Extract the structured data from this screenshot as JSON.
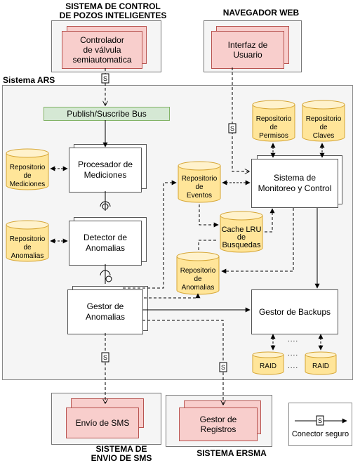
{
  "external_systems": {
    "pozos": {
      "title_line1": "SISTEMA DE CONTROL",
      "title_line2": "DE POZOS INTELIGENTES",
      "component_line1": "Controlador",
      "component_line2": "de válvula",
      "component_line3": "semiautomatica"
    },
    "navegador": {
      "title": "NAVEGADOR WEB",
      "component_line1": "Interfaz de",
      "component_line2": "Usuario"
    },
    "sms": {
      "title_line1": "SISTEMA DE",
      "title_line2": "ENVIO DE SMS",
      "component": "Envío de SMS"
    },
    "ersma": {
      "title": "SISTEMA ERSMA",
      "component_line1": "Gestor de",
      "component_line2": "Registros"
    }
  },
  "ars": {
    "title": "Sistema ARS",
    "bus": "Publish/Suscribe Bus",
    "components": {
      "procesador": {
        "line1": "Procesador de",
        "line2": "Mediciones"
      },
      "detector": {
        "line1": "Detector de",
        "line2": "Anomalias"
      },
      "gestor_anomalias": {
        "line1": "Gestor de",
        "line2": "Anomalias"
      },
      "monitoreo": {
        "line1": "Sistema de",
        "line2": "Monitoreo y Control"
      },
      "backups": {
        "label": "Gestor de Backups"
      }
    },
    "repositories": {
      "mediciones": {
        "line1": "Repositorio",
        "line2": "de",
        "line3": "Mediciones"
      },
      "anomalias": {
        "line1": "Repositorio",
        "line2": "de",
        "line3": "Anomalias"
      },
      "eventos": {
        "line1": "Repositorio",
        "line2": "de",
        "line3": "Eventos"
      },
      "cache": {
        "line1": "Cache LRU",
        "line2": "de",
        "line3": "Busquedas"
      },
      "anomalias_2": {
        "line1": "Repositorio",
        "line2": "de",
        "line3": "Anomalias"
      },
      "permisos": {
        "line1": "Repositorio",
        "line2": "de",
        "line3": "Permisos"
      },
      "claves": {
        "line1": "Repositorio",
        "line2": "de",
        "line3": "Claves"
      }
    },
    "raid_label": "RAID",
    "ellipsis": "...."
  },
  "connector_marker": "S",
  "legend": {
    "label": "Conector seguro",
    "marker": "S"
  }
}
